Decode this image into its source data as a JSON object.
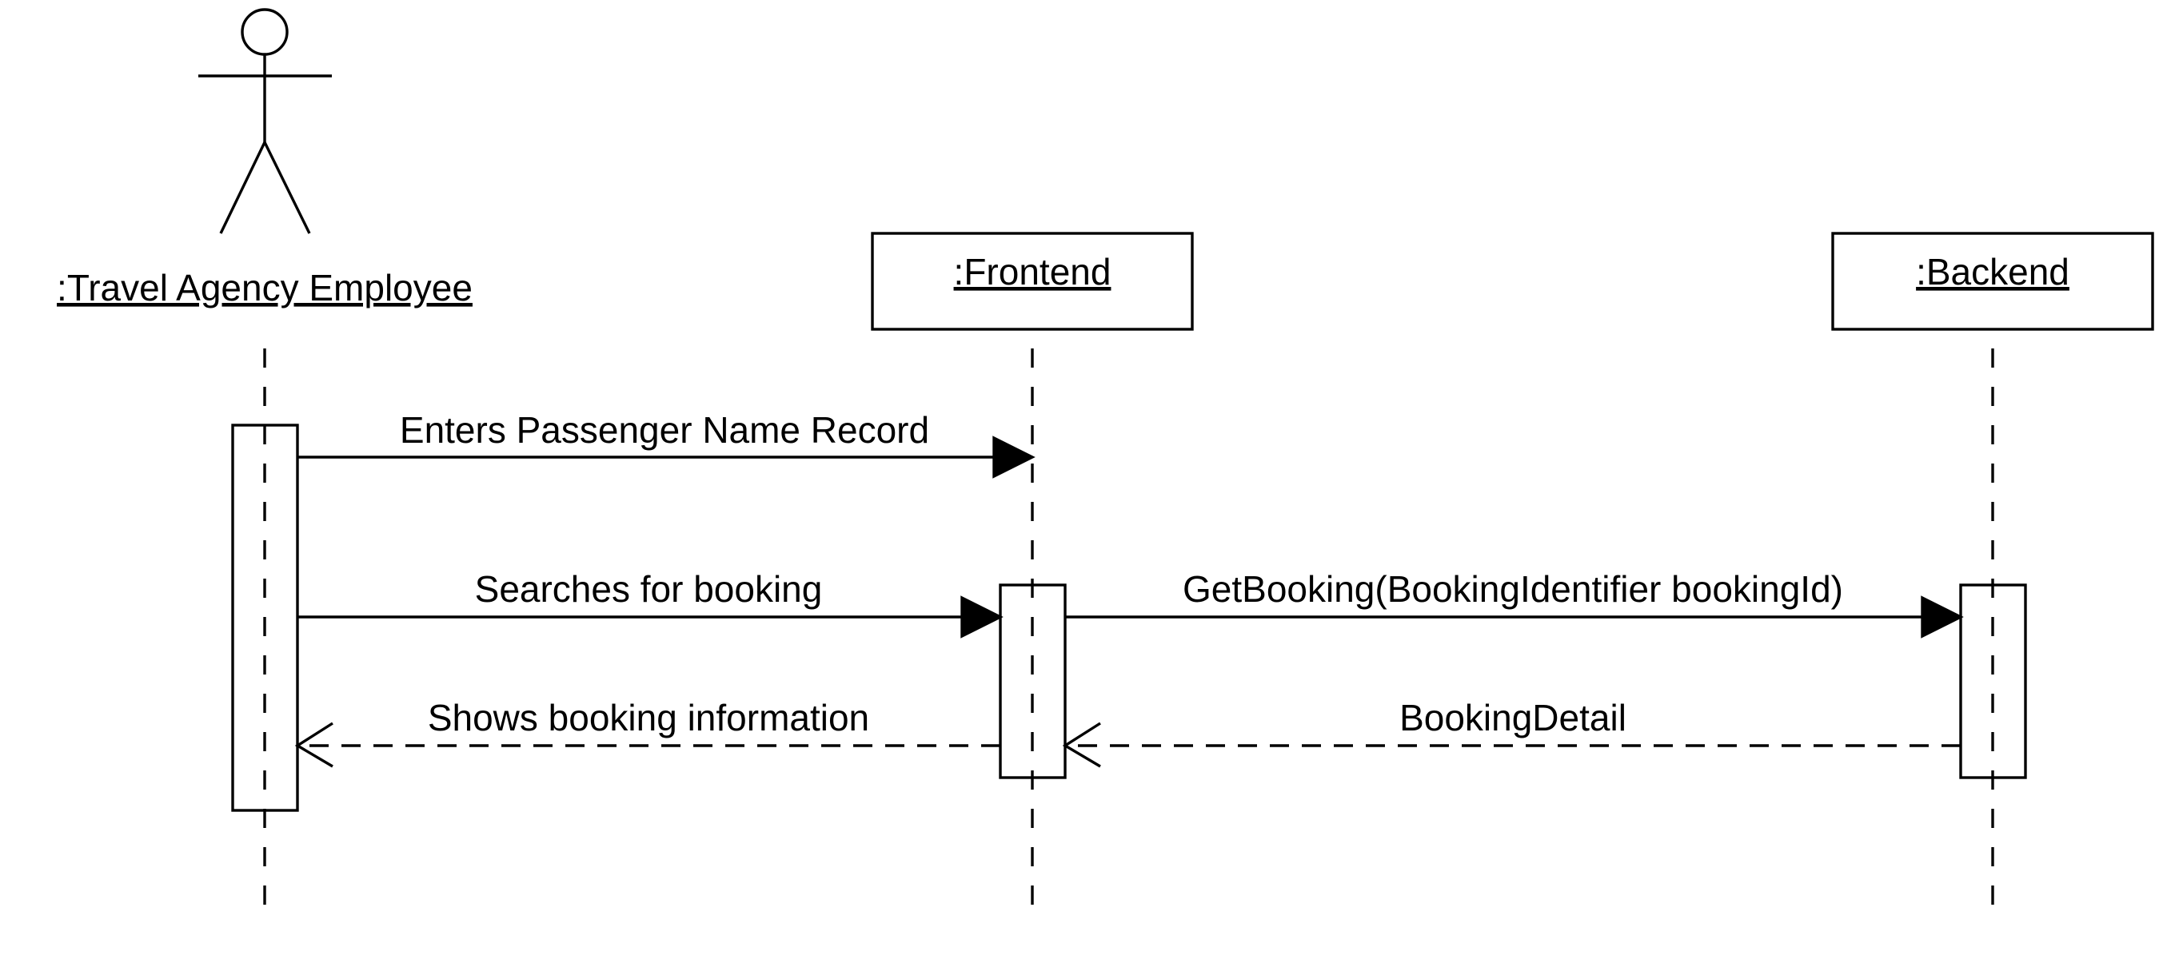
{
  "participants": {
    "actor": ":Travel Agency Employee",
    "frontend": ":Frontend",
    "backend": ":Backend"
  },
  "messages": {
    "m1": "Enters Passenger Name Record",
    "m2": "Searches for booking",
    "m3": "GetBooking(BookingIdentifier bookingId)",
    "m4": "Shows booking information",
    "m5": "BookingDetail"
  },
  "colors": {
    "stroke": "#000000",
    "background": "#ffffff"
  }
}
